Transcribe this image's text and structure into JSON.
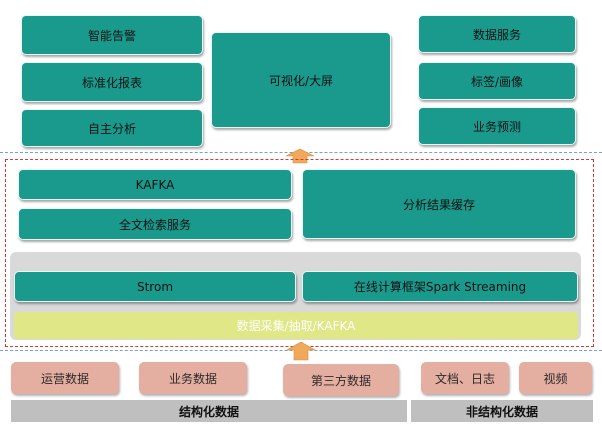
{
  "top_left": {
    "alert": "智能告警",
    "report": "标准化报表",
    "analysis": "自主分析"
  },
  "top_center": {
    "bigscreen": "可视化/大屏"
  },
  "top_right": {
    "data_service": "数据服务",
    "tag_profile": "标签/画像",
    "forecast": "业务预测"
  },
  "middle": {
    "kafka": "KAFKA",
    "fulltext": "全文检索服务",
    "cache": "分析结果缓存"
  },
  "compute": {
    "strom": "Strom",
    "spark": "在线计算框架Spark Streaming",
    "collect": "数据采集/抽取/KAFKA"
  },
  "sources": {
    "ops": "运营数据",
    "biz": "业务数据",
    "third": "第三方数据",
    "docs": "文档、日志",
    "video": "视频",
    "structured": "结构化数据",
    "unstructured": "非结构化数据"
  },
  "colors": {
    "teal": "#1a9a8d",
    "pink": "#e4aea0",
    "grey": "#bfbfbf",
    "yellow": "#e0e787",
    "arrow": "#f0a95a",
    "dash_red": "#d23a3a"
  }
}
